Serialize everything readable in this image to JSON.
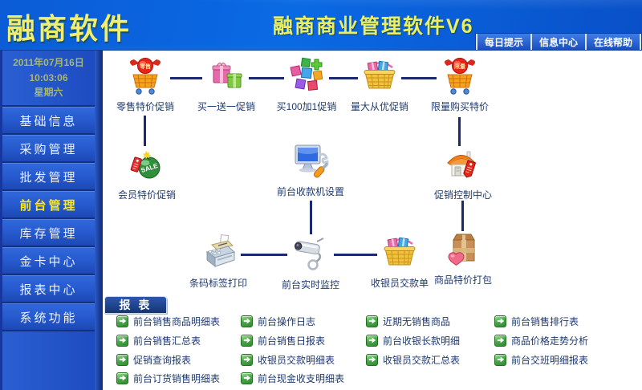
{
  "banner": {
    "logo": "融商软件",
    "title": "融商商业管理软件V6",
    "links": [
      {
        "label": "每日提示"
      },
      {
        "label": "信息中心"
      },
      {
        "label": "在线帮助"
      }
    ]
  },
  "sidebar": {
    "date": "2011年07月16日",
    "time": "10:03:06",
    "weekday": "星期六",
    "items": [
      {
        "label": "基础信息"
      },
      {
        "label": "采购管理"
      },
      {
        "label": "批发管理"
      },
      {
        "label": "前台管理",
        "active": true
      },
      {
        "label": "库存管理"
      },
      {
        "label": "金卡中心"
      },
      {
        "label": "报表中心"
      },
      {
        "label": "系统功能"
      }
    ]
  },
  "flow": {
    "nodes": [
      {
        "label": "零售特价促销",
        "icon": "retail-sale-cart-icon",
        "badge": "零售"
      },
      {
        "label": "买一送一促销",
        "icon": "gift-boxes-icon"
      },
      {
        "label": "买100加1促销",
        "icon": "color-blocks-icon"
      },
      {
        "label": "量大从优促销",
        "icon": "gift-basket-icon"
      },
      {
        "label": "限量购买特价",
        "icon": "limited-cart-icon",
        "badge": "限量"
      },
      {
        "label": "会员特价促销",
        "icon": "sale-bomb-icon",
        "badge": "SALE"
      },
      {
        "label": "前台收款机设置",
        "icon": "pos-settings-icon"
      },
      {
        "label": "促销控制中心",
        "icon": "promo-house-icon"
      },
      {
        "label": "条码标签打印",
        "icon": "barcode-printer-icon"
      },
      {
        "label": "前台实时监控",
        "icon": "cctv-camera-icon"
      },
      {
        "label": "收银员交款单",
        "icon": "cashier-basket-icon"
      },
      {
        "label": "商品特价打包",
        "icon": "package-box-icon"
      }
    ]
  },
  "reports": {
    "header": "报 表",
    "columns": [
      {
        "items": [
          "前台销售商品明细表",
          "前台销售汇总表",
          "促销查询报表",
          "前台订货销售明细表"
        ]
      },
      {
        "items": [
          "前台操作日志",
          "前台销售日报表",
          "收银员交款明细表",
          "前台现金收支明细表"
        ]
      },
      {
        "items": [
          "近期无销售商品",
          "前台收银长款明细",
          "收银员交款汇总表"
        ]
      },
      {
        "items": [
          "前台销售排行表",
          "商品价格走势分析",
          "前台交班明细报表"
        ]
      }
    ]
  },
  "colors": {
    "banner_blue": "#0a64dc",
    "sidebar_blue": "#2458cc",
    "accent_yellow": "#f0ee6e",
    "active_item_yellow": "#ffe81a",
    "label_navy": "#1e3a70",
    "connector_navy": "#1b2a6e",
    "report_green": "#3fa03f"
  }
}
